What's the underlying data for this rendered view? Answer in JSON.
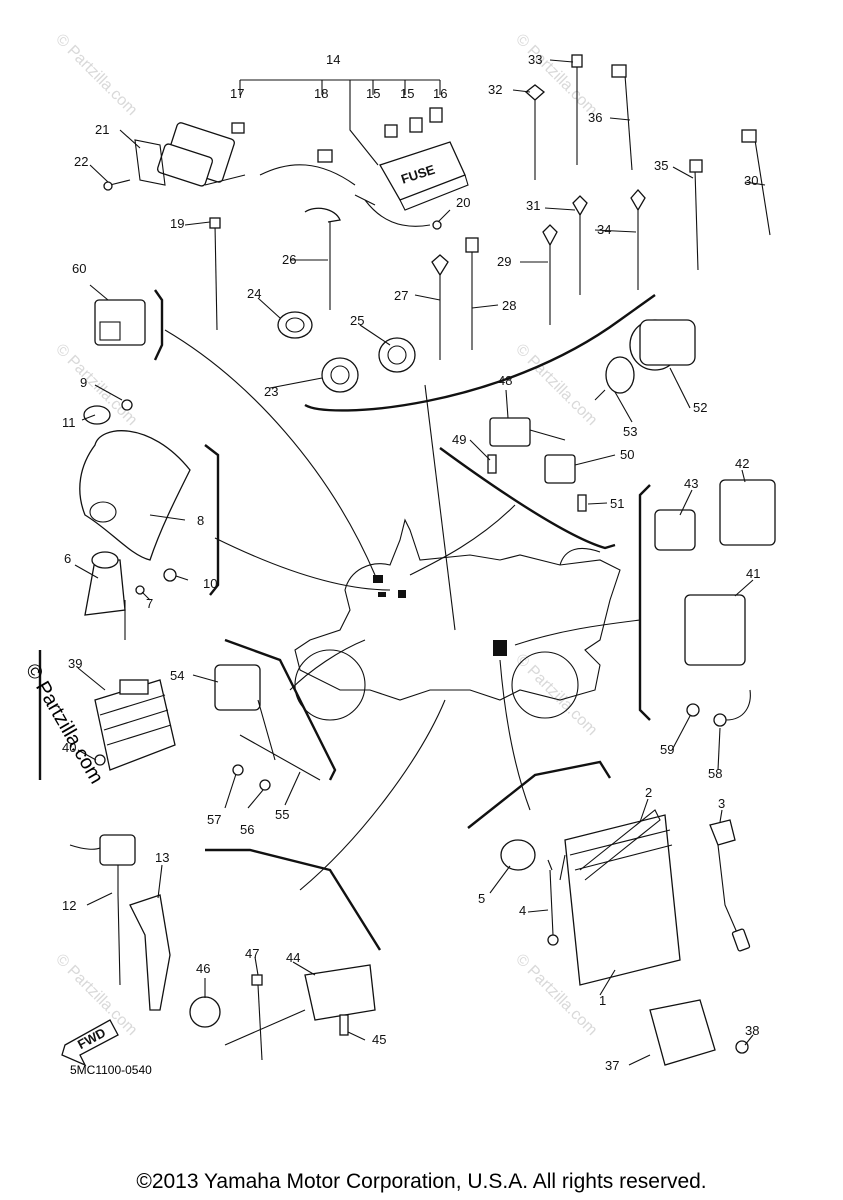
{
  "diagram": {
    "part_numbers": [
      "1",
      "2",
      "3",
      "4",
      "5",
      "6",
      "7",
      "8",
      "9",
      "10",
      "11",
      "12",
      "13",
      "14",
      "15",
      "15",
      "16",
      "17",
      "18",
      "19",
      "20",
      "21",
      "22",
      "23",
      "24",
      "25",
      "26",
      "27",
      "28",
      "29",
      "30",
      "31",
      "32",
      "33",
      "34",
      "35",
      "36",
      "37",
      "38",
      "39",
      "40",
      "41",
      "42",
      "43",
      "44",
      "45",
      "46",
      "47",
      "48",
      "49",
      "50",
      "51",
      "52",
      "53",
      "54",
      "55",
      "56",
      "57",
      "58",
      "59",
      "60"
    ],
    "fuse_label": "FUSE",
    "fwd_label": "FWD",
    "diagram_code": "5MC1100-0540",
    "watermark": "© Partzilla.com",
    "side_watermark": "© Partzilla.com"
  },
  "footer": {
    "copyright": "©2013 Yamaha Motor Corporation, U.S.A. All rights reserved."
  }
}
